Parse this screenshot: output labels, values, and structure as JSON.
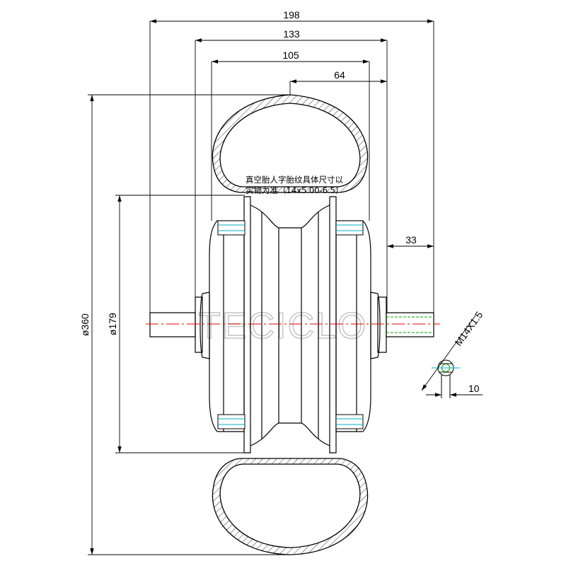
{
  "dimensions": {
    "overall_width": "198",
    "flange_width": "133",
    "hub_width": "105",
    "center_offset": "64",
    "axle_length": "33",
    "tire_diameter": "ø360",
    "hub_diameter": "ø179",
    "thread_spec": "M14X1.5",
    "flat_width": "10"
  },
  "notes": {
    "tire_line1": "真空胎人字胎纹具体尺寸以",
    "tire_line2": "实物为准（14x5.00-6.5）"
  },
  "watermark": "TECICLO",
  "colors": {
    "line": "#000000",
    "centerline": "#e00000",
    "thread": "#00a000",
    "bolt": "#00b0c0",
    "watermark": "#c8c8c8"
  }
}
